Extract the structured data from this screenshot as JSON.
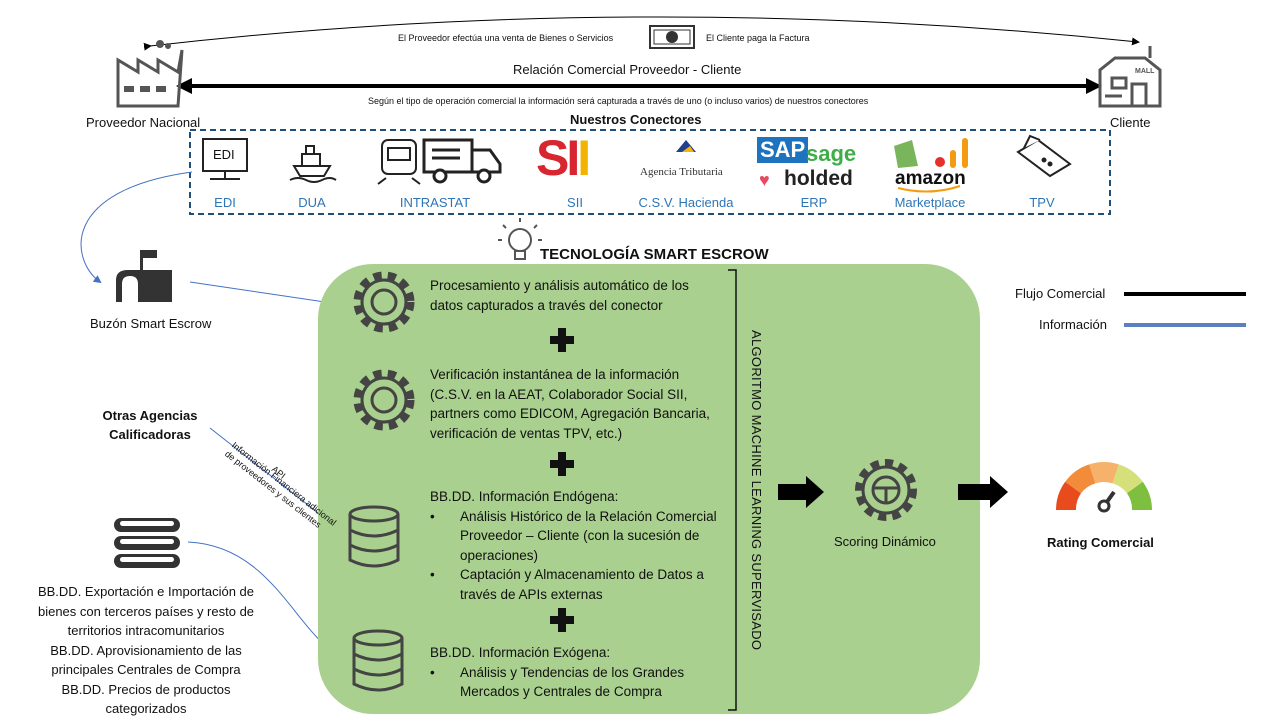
{
  "top": {
    "sale_text": "El Proveedor efectúa una venta de Bienes o Servicios",
    "payment_text": "El Cliente paga la Factura",
    "relation_text": "Relación Comercial Proveedor  - Cliente",
    "capture_text": "Según el tipo de operación comercial la información será capturada a través de uno (o incluso varios) de nuestros conectores",
    "provider_label": "Proveedor  Nacional",
    "client_label": "Cliente",
    "mall_sign": "MALL"
  },
  "connectors": {
    "title": "Nuestros Conectores",
    "items": [
      {
        "label": "EDI",
        "logo_text": "EDI"
      },
      {
        "label": "DUA"
      },
      {
        "label": "INTRASTAT"
      },
      {
        "label": "SII",
        "logo_text": "SII"
      },
      {
        "label": "C.S.V. Hacienda",
        "logo_text": "Agencia Tributaria"
      },
      {
        "label": "ERP",
        "logo_text": [
          "SAP",
          "sage",
          "holded"
        ]
      },
      {
        "label": "Marketplace",
        "logo_text": "amazon"
      },
      {
        "label": "TPV"
      }
    ]
  },
  "mailbox_label": "Buzón Smart  Escrow",
  "smart_title": "TECNOLOGÍA SMART ESCROW",
  "blocks": {
    "processing": "Procesamiento y análisis automático de los datos capturados a través del conector",
    "verification": "Verificación instantánea de la información (C.S.V. en la AEAT, Colaborador Social SII, partners como EDICOM, Agregación Bancaria, verificación de ventas TPV, etc.)",
    "endogenous_title": "BB.DD. Información Endógena:",
    "endogenous_items": [
      "Análisis Histórico de la Relación Comercial Proveedor  – Cliente (con la sucesión de operaciones)",
      "Captación y Almacenamiento de Datos a través de APIs externas"
    ],
    "exogenous_title": "BB.DD. Información Exógena:",
    "exogenous_items": [
      "Análisis y Tendencias de los Grandes Mercados y Centrales de Compra"
    ]
  },
  "algorithm_label": "ALGORITMO MACHINE LEARNING SUPERVISADO",
  "scoring_label": "Scoring Dinámico",
  "rating_label": "Rating Comercial",
  "legend": {
    "commercial_flow": "Flujo Comercial",
    "information": "Información",
    "commercial_color": "#000000",
    "information_color": "#5b7fbf"
  },
  "agencies": {
    "label": "Otras Agencias Calificadoras",
    "api_label": "API",
    "info_label": "Información Financiera adicional de proveedores y sus clientes"
  },
  "databases_text": [
    "BB.DD. Exportación e Importación de bienes con terceros países y resto de territorios intracomunitarios",
    "BB.DD. Aprovisionamiento de las principales Centrales de Compra",
    "BB.DD. Precios de productos categorizados"
  ]
}
